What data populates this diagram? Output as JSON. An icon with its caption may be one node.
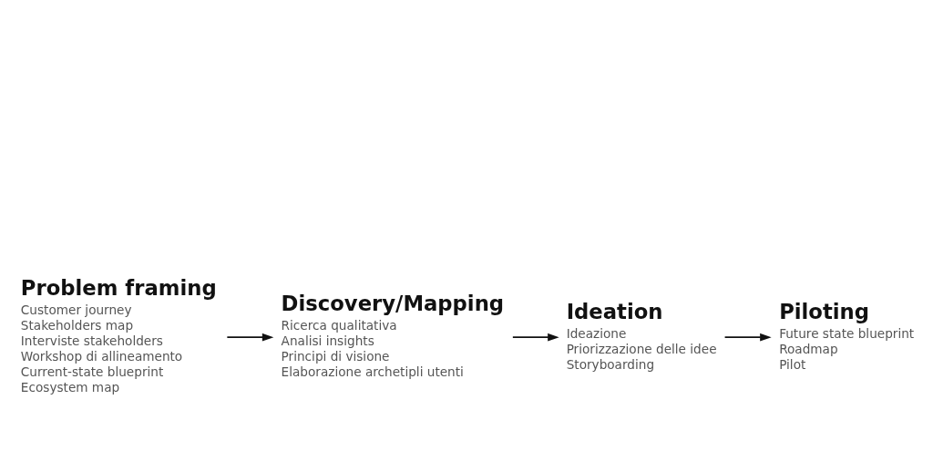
{
  "diagram": {
    "nodes": [
      {
        "text": [
          "Problem framing",
          "Customer journey",
          "Stakeholders map",
          "Interviste stakeholders",
          "Workshop di allineamento",
          "Current-state blueprint",
          "Ecosystem map"
        ]
      },
      {
        "text": [
          "Discovery/Mapping",
          "Ricerca qualitativa",
          "Analisi insights",
          "Principi di visione",
          "Elaborazione archetipli utenti"
        ]
      },
      {
        "text": [
          "Ideation",
          "Ideazione",
          "Priorizzazione delle idee",
          "Storyboarding"
        ]
      },
      {
        "text": [
          "Piloting",
          "Future state blueprint",
          "Roadmap",
          "Pilot"
        ]
      }
    ],
    "edges": [
      {
        "from": 0,
        "to": 1,
        "arrow": "to"
      },
      {
        "from": 1,
        "to": 2,
        "arrow": "to"
      },
      {
        "from": 2,
        "to": 3,
        "arrow": "to"
      }
    ]
  }
}
